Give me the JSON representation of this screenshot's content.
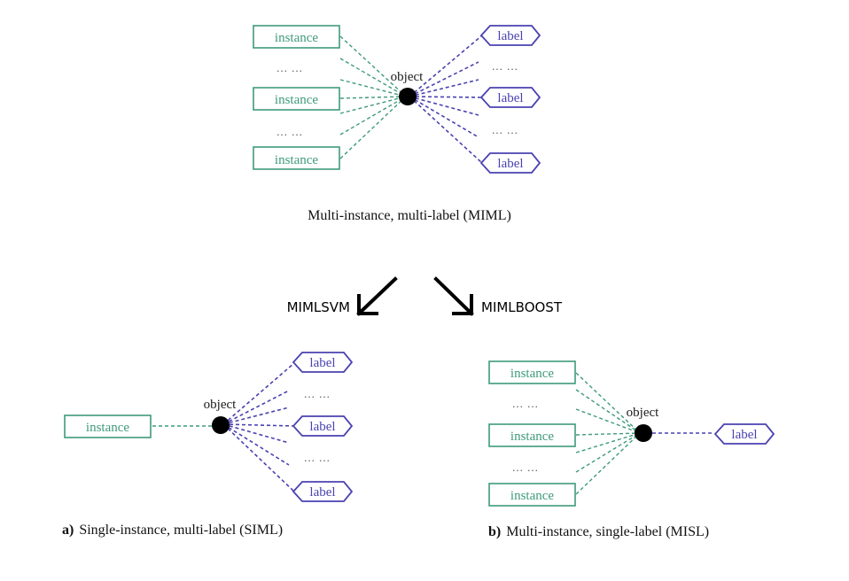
{
  "top": {
    "instances": [
      "instance",
      "instance",
      "instance"
    ],
    "labels": [
      "label",
      "label",
      "label"
    ],
    "object": "object",
    "dots": "... ...",
    "caption": "Multi-instance, multi-label (MIML)"
  },
  "arrows": {
    "left": "MIMLSVM",
    "right": "MIMLBOOST"
  },
  "siml": {
    "instances": [
      "instance"
    ],
    "labels": [
      "label",
      "label",
      "label"
    ],
    "object": "object",
    "dots": "... ...",
    "caption_prefix": "a)",
    "caption": "Single-instance, multi-label (SIML)"
  },
  "misl": {
    "instances": [
      "instance",
      "instance",
      "instance"
    ],
    "labels": [
      "label"
    ],
    "object": "object",
    "dots": "... ...",
    "caption_prefix": "b)",
    "caption": "Multi-instance, single-label (MISL)"
  },
  "colors": {
    "instance": "#3f9a7c",
    "label": "#4a42b0",
    "object": "#000000"
  }
}
